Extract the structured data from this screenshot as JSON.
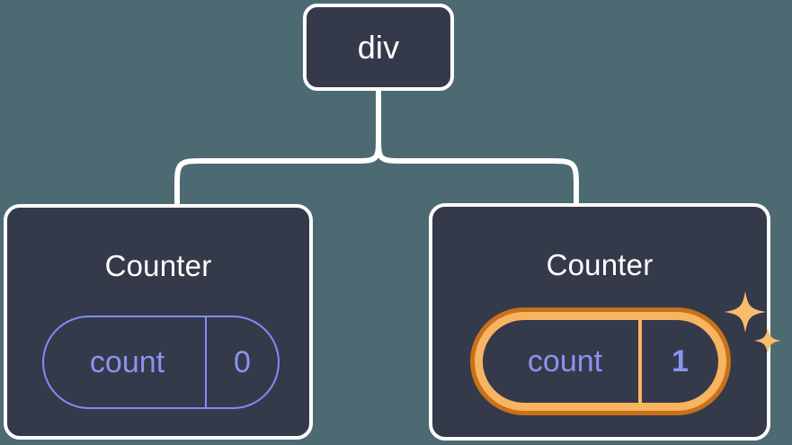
{
  "diagram": {
    "type": "component-tree",
    "background_color": "#4d6a73",
    "node_fill": "#343a49",
    "node_border": "#ffffff",
    "accent_blue": "#818cf8",
    "accent_orange_outer": "#c9711a",
    "accent_orange_inner": "#f7b461",
    "connector_color": "#ffffff"
  },
  "root": {
    "label": "div"
  },
  "children": [
    {
      "label": "Counter",
      "state": {
        "key": "count",
        "value": "0"
      },
      "highlighted": false
    },
    {
      "label": "Counter",
      "state": {
        "key": "count",
        "value": "1"
      },
      "highlighted": true,
      "sparkle_icons": [
        "sparkle-large-icon",
        "sparkle-small-icon"
      ]
    }
  ]
}
